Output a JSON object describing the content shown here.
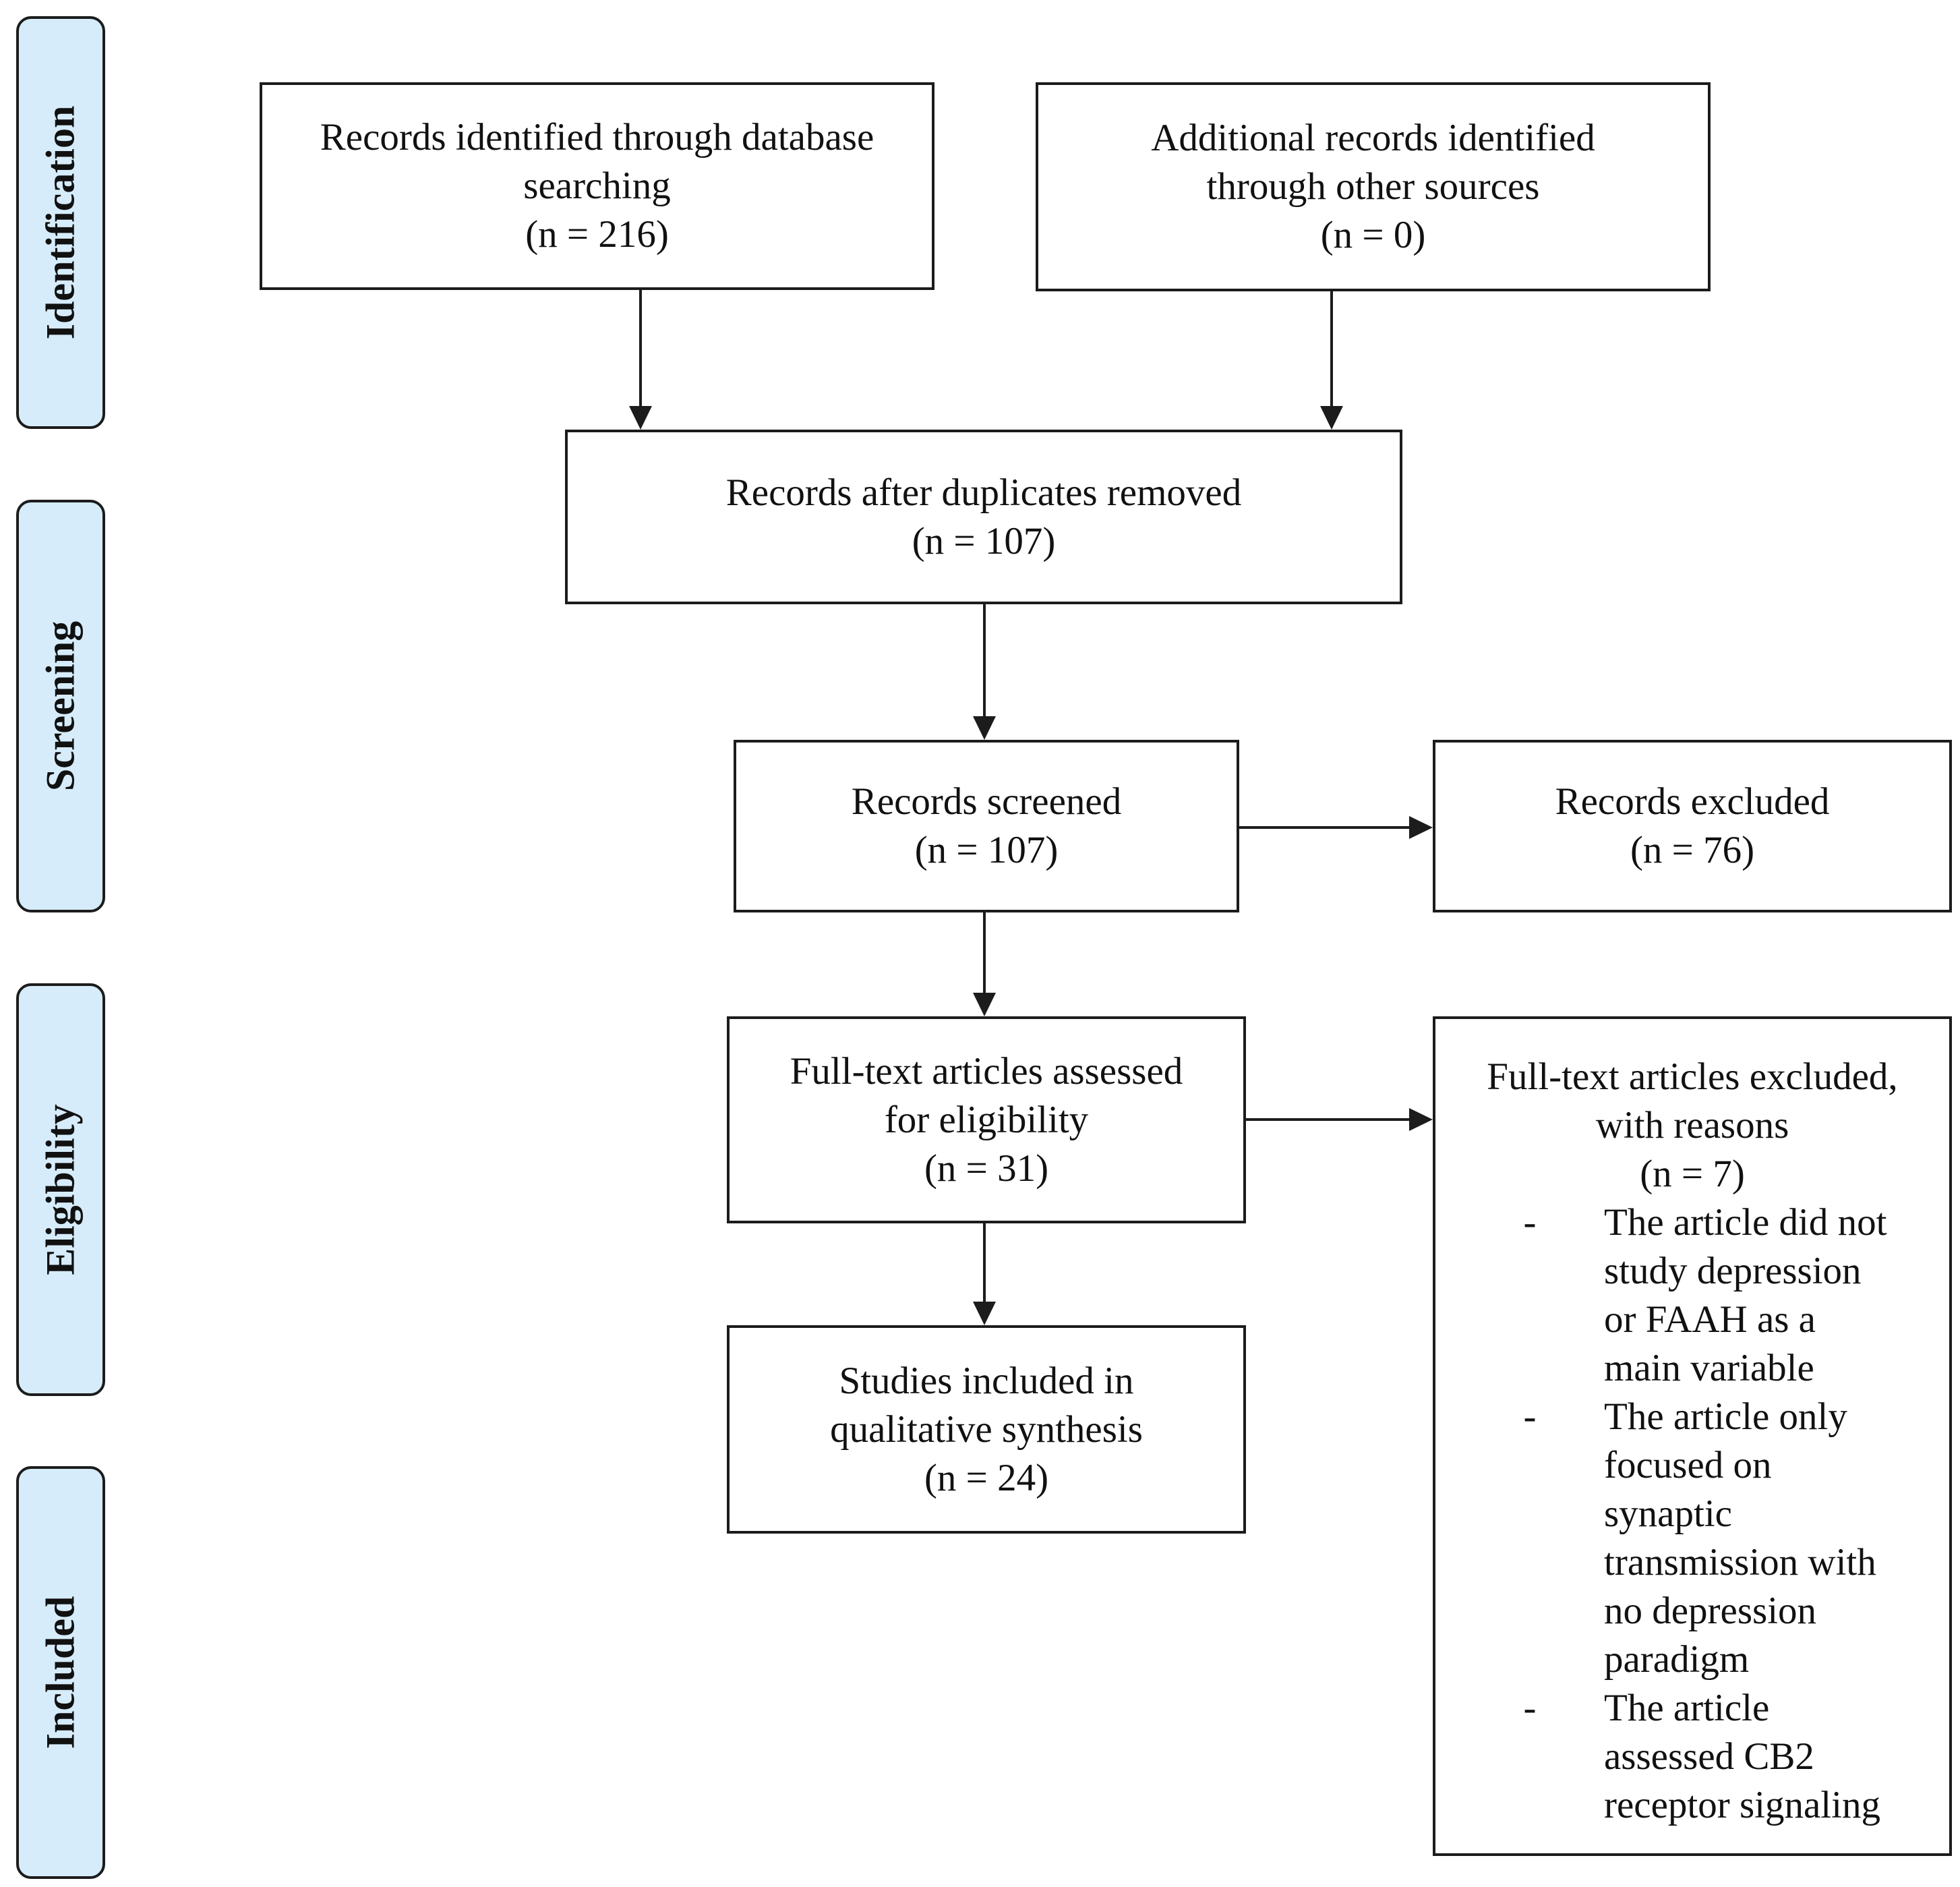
{
  "phases": [
    {
      "label": "Identification"
    },
    {
      "label": "Screening"
    },
    {
      "label": "Eligibility"
    },
    {
      "label": "Included"
    }
  ],
  "boxes": {
    "database_records": {
      "lines": [
        "Records identified through database",
        "searching",
        "(n = 216)"
      ]
    },
    "other_sources": {
      "lines": [
        "Additional records identified",
        "through other sources",
        "(n = 0)"
      ]
    },
    "duplicates_removed": {
      "lines": [
        "Records after duplicates removed",
        "(n = 107)"
      ]
    },
    "screened": {
      "lines": [
        "Records screened",
        "(n = 107)"
      ]
    },
    "excluded": {
      "lines": [
        "Records excluded",
        "(n = 76)"
      ]
    },
    "full_text": {
      "lines": [
        "Full-text articles assessed",
        "for eligibility",
        "(n = 31)"
      ]
    },
    "included": {
      "lines": [
        "Studies included in",
        "qualitative synthesis",
        "(n = 24)"
      ]
    },
    "full_text_excluded": {
      "header": [
        "Full-text articles excluded,",
        "with reasons",
        "(n = 7)"
      ],
      "bullet": "-",
      "reasons": [
        {
          "lines": [
            "The article did not",
            "study depression",
            "or FAAH as a",
            "main variable"
          ]
        },
        {
          "lines": [
            "The article only",
            "focused on",
            "synaptic",
            "transmission with",
            "no depression",
            "paradigm"
          ]
        },
        {
          "lines": [
            "The article",
            "assessed CB2",
            "receptor signaling"
          ]
        }
      ]
    }
  }
}
